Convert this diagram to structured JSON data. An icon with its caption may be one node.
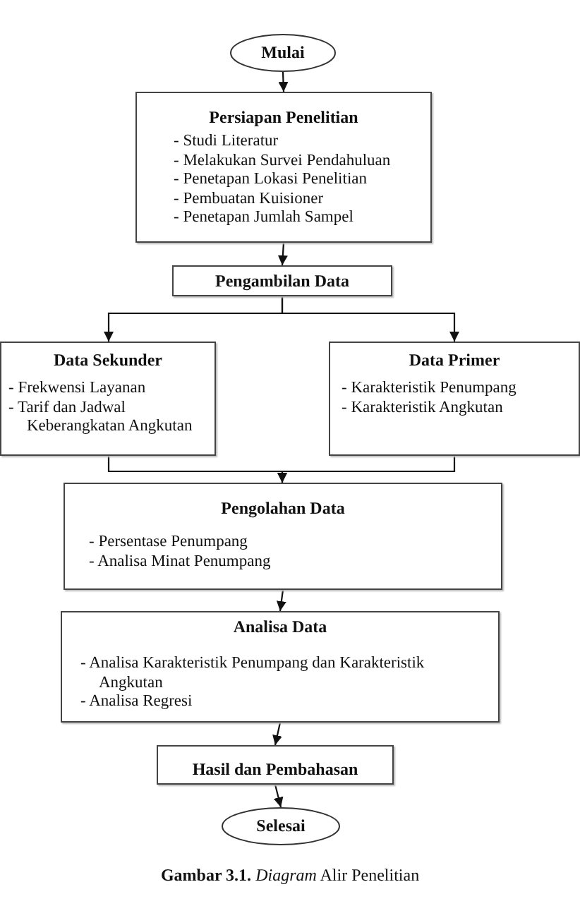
{
  "diagram": {
    "caption": "**Gambar 3.1.** *Diagram* Alir Penelitian",
    "nodes": [
      {
        "text": [
          "Mulai"
        ]
      },
      {
        "text": [
          "Persiapan Penelitian",
          "- Studi Literatur",
          "- Melakukan Survei Pendahuluan",
          "- Penetapan Lokasi Penelitian",
          "- Pembuatan Kuisioner",
          "- Penetapan Jumlah Sampel"
        ]
      },
      {
        "text": [
          "Pengambilan Data"
        ]
      },
      {
        "text": [
          "Data Sekunder",
          "- Frekwensi Layanan",
          "- Tarif dan Jadwal Keberangkatan Angkutan"
        ]
      },
      {
        "text": [
          "Data Primer",
          "- Karakteristik Penumpang",
          "- Karakteristik Angkutan"
        ]
      },
      {
        "text": [
          "Pengolahan Data",
          "- Persentase Penumpang",
          "- Analisa Minat Penumpang"
        ]
      },
      {
        "text": [
          "Analisa Data",
          "- Analisa Karakteristik Penumpang dan Karakteristik Angkutan",
          "- Analisa Regresi"
        ]
      },
      {
        "text": [
          "Hasil dan Pembahasan"
        ]
      },
      {
        "text": [
          "Selesai"
        ]
      }
    ],
    "edges": [
      {
        "from": 0,
        "to": 1,
        "arrow": "to"
      },
      {
        "from": 1,
        "to": 2,
        "arrow": "to"
      },
      {
        "from": 2,
        "to": 3,
        "arrow": "to"
      },
      {
        "from": 2,
        "to": 4,
        "arrow": "to"
      },
      {
        "from": 3,
        "to": 5,
        "arrow": "to"
      },
      {
        "from": 4,
        "to": 5,
        "arrow": "to"
      },
      {
        "from": 5,
        "to": 6,
        "arrow": "to"
      },
      {
        "from": 6,
        "to": 7,
        "arrow": "to"
      },
      {
        "from": 7,
        "to": 8,
        "arrow": "to"
      }
    ]
  }
}
